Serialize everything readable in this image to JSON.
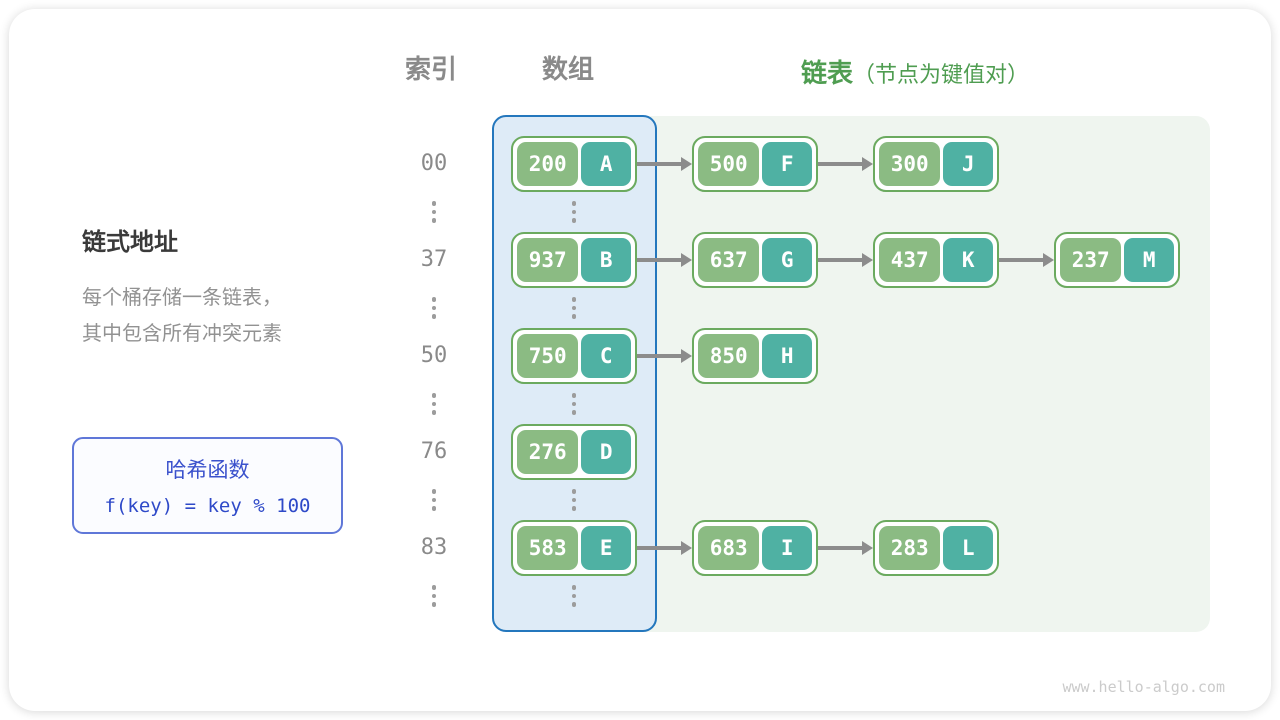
{
  "headers": {
    "index": "索引",
    "array": "数组",
    "list": "链表",
    "list_note": "（节点为键值对）"
  },
  "sidebar": {
    "title": "链式地址",
    "desc_line1": "每个桶存储一条链表，",
    "desc_line2": "其中包含所有冲突元素",
    "hash_box": {
      "title": "哈希函数",
      "formula": "f(key) = key % 100"
    }
  },
  "rows": [
    {
      "index": "00",
      "bucket": {
        "key": "200",
        "val": "A"
      },
      "chain": [
        {
          "key": "500",
          "val": "F"
        },
        {
          "key": "300",
          "val": "J"
        }
      ]
    },
    {
      "index": "37",
      "bucket": {
        "key": "937",
        "val": "B"
      },
      "chain": [
        {
          "key": "637",
          "val": "G"
        },
        {
          "key": "437",
          "val": "K"
        },
        {
          "key": "237",
          "val": "M"
        }
      ]
    },
    {
      "index": "50",
      "bucket": {
        "key": "750",
        "val": "C"
      },
      "chain": [
        {
          "key": "850",
          "val": "H"
        }
      ]
    },
    {
      "index": "76",
      "bucket": {
        "key": "276",
        "val": "D"
      },
      "chain": []
    },
    {
      "index": "83",
      "bucket": {
        "key": "583",
        "val": "E"
      },
      "chain": [
        {
          "key": "683",
          "val": "I"
        },
        {
          "key": "283",
          "val": "L"
        }
      ]
    }
  ],
  "watermark": "www.hello-algo.com",
  "colors": {
    "array_border": "#2477bd",
    "array_bg": "#deebf7",
    "list_panel_bg": "#eff5ef",
    "node_border": "#6baa5f",
    "key_bg": "#8bbb83",
    "value_bg": "#4fb1a3",
    "arrow": "#8c8c8c",
    "header_gray": "#8a8a8a",
    "header_green": "#4f9d51",
    "hash_box_border": "#5f77d8",
    "hash_box_text": "#3a51cc"
  }
}
